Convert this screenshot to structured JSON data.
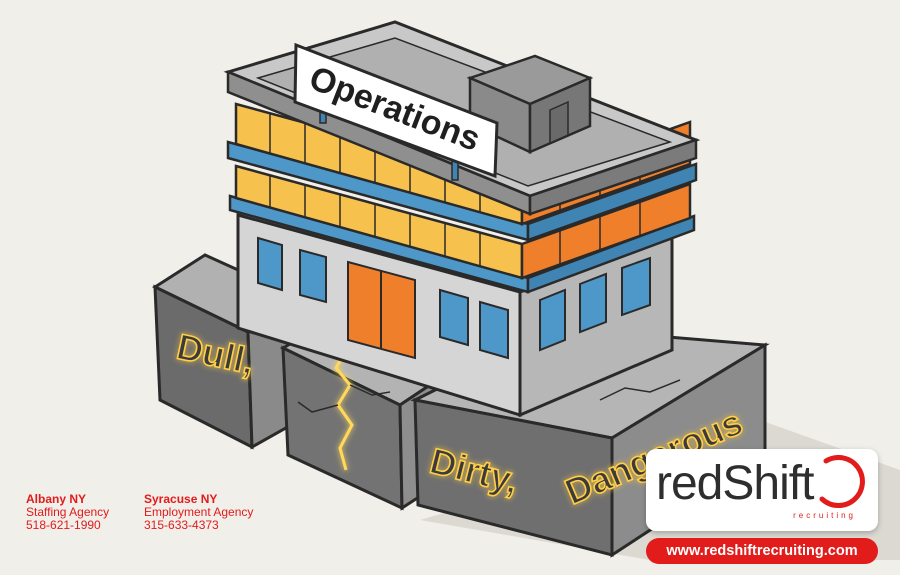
{
  "illustration": {
    "sign_text": "Operations",
    "foundation_words": [
      "Dull,",
      "Dirty,",
      "Dangerous"
    ]
  },
  "locations": [
    {
      "city": "Albany NY",
      "service": "Staffing Agency",
      "phone": "518-621-1990"
    },
    {
      "city": "Syracuse NY",
      "service": "Employment Agency",
      "phone": "315-633-4373"
    }
  ],
  "brand": {
    "name": "redShift",
    "tagline": "recruiting",
    "url": "www.redshiftrecruiting.com",
    "accent_color": "#e21b1b"
  }
}
